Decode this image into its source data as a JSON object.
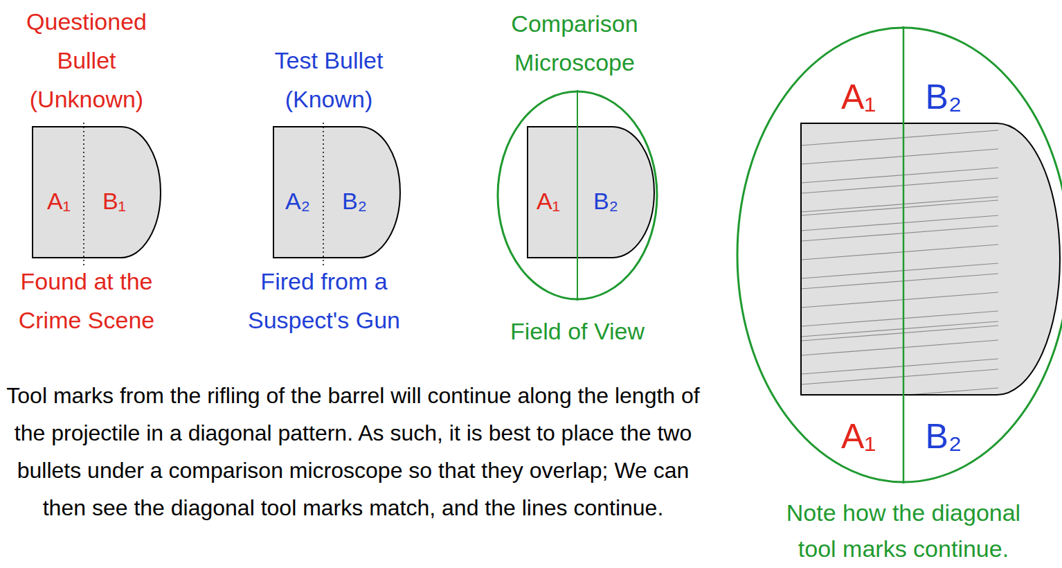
{
  "diagram": {
    "nodes": [
      {
        "text": [
          "Questioned Bullet (Unknown)",
          "A₁",
          "B₁",
          "Found at the Crime Scene"
        ]
      },
      {
        "text": [
          "Test Bullet (Known)",
          "A₂",
          "B₂",
          "Fired from a Suspect's Gun"
        ]
      },
      {
        "text": [
          "Comparison Microscope",
          "Field of View"
        ]
      },
      {
        "text": [
          "A₁",
          "B₂"
        ],
        "in": 2
      },
      {
        "text": [
          "A₁",
          "B₂",
          "A₁",
          "B₂",
          "Note how the diagonal tool marks continue."
        ]
      }
    ],
    "labels": [
      "Tool marks from the rifling of the barrel will continue along the length of the projectile in a diagonal pattern. As such, it is best to place the two bullets under a comparison microscope so that they overlap; We can then see the diagonal tool marks match, and the lines continue."
    ]
  }
}
